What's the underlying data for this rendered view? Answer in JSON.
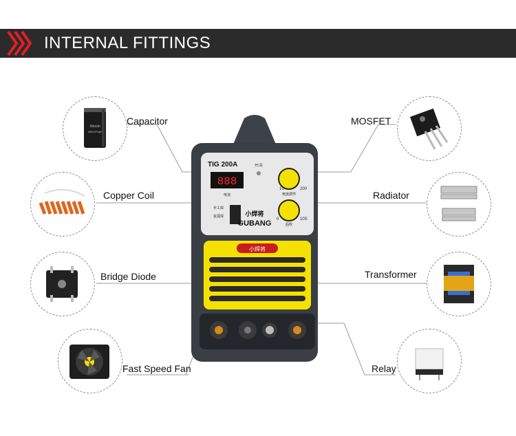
{
  "header": {
    "title": "INTERNAL FITTINGS",
    "accent_color": "#e31e24",
    "bar_color": "#2b2b2b"
  },
  "components": {
    "capacitor": {
      "label": "Capacitor",
      "icon": "capacitor-icon"
    },
    "copper_coil": {
      "label": "Copper Coil",
      "icon": "copper-coil-icon"
    },
    "bridge_diode": {
      "label": "Bridge Diode",
      "icon": "bridge-diode-icon"
    },
    "fast_speed_fan": {
      "label": "Fast Speed Fan",
      "icon": "fan-icon"
    },
    "mosfet": {
      "label": "MOSFET",
      "icon": "mosfet-icon"
    },
    "radiator": {
      "label": "Radiator",
      "icon": "radiator-icon"
    },
    "transformer": {
      "label": "Transformer",
      "icon": "transformer-icon"
    },
    "relay": {
      "label": "Relay",
      "icon": "relay-icon"
    }
  },
  "machine": {
    "model": "TIG 200A",
    "display": "888",
    "brand_cn": "小焊将",
    "brand": "GUBANG",
    "led_label": "开/关",
    "current_label": "电流",
    "mode_labels": [
      "手工焊",
      "氩弧焊"
    ],
    "knob1_min": "10",
    "knob1_max": "200",
    "knob1_label": "电流调节",
    "knob2_min": "0",
    "knob2_max": "10S",
    "knob2_label": "后吹",
    "accent_color": "#f5e100"
  }
}
